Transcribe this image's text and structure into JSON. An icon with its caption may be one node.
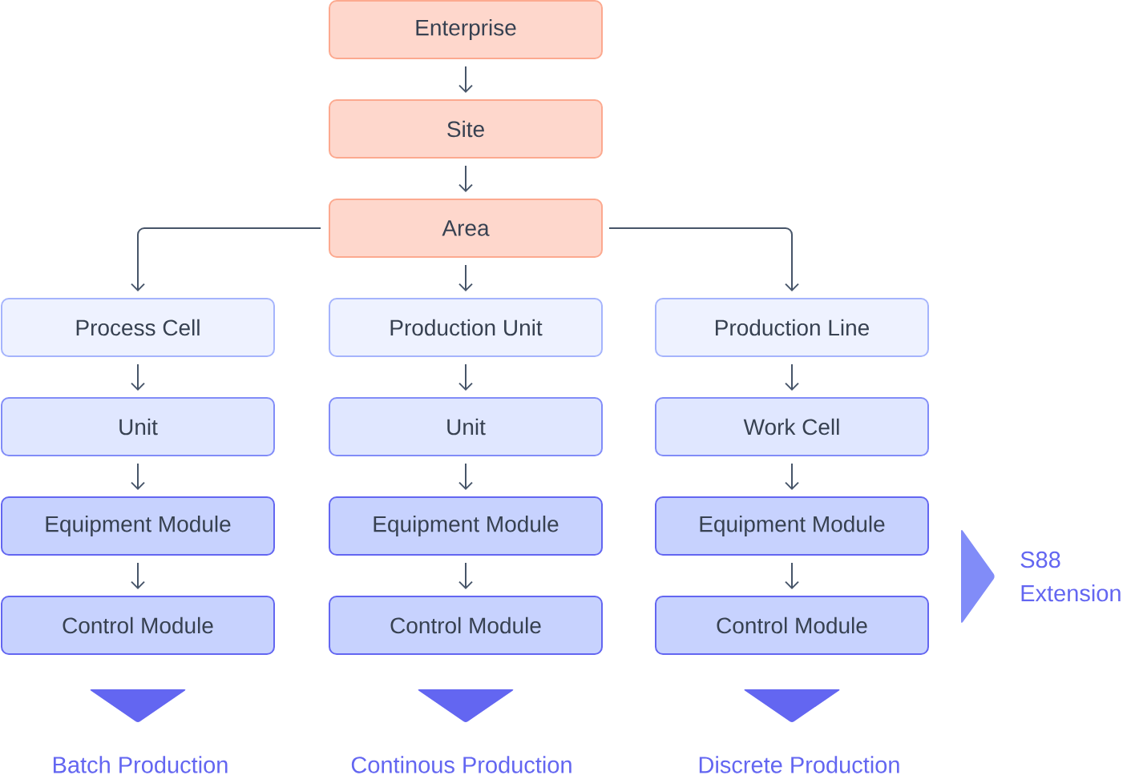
{
  "diagram": {
    "nodes": [
      {
        "text": [
          "Enterprise"
        ]
      },
      {
        "text": [
          "Site"
        ]
      },
      {
        "text": [
          "Area"
        ]
      },
      {
        "text": [
          "Process Cell"
        ]
      },
      {
        "text": [
          "Production Unit"
        ]
      },
      {
        "text": [
          "Production Line"
        ]
      },
      {
        "text": [
          "Unit"
        ]
      },
      {
        "text": [
          "Unit"
        ]
      },
      {
        "text": [
          "Work Cell"
        ]
      },
      {
        "text": [
          "Equipment Module"
        ]
      },
      {
        "text": [
          "Equipment Module"
        ]
      },
      {
        "text": [
          "Equipment Module"
        ]
      },
      {
        "text": [
          "Control Module"
        ]
      },
      {
        "text": [
          "Control Module"
        ]
      },
      {
        "text": [
          "Control Module"
        ]
      }
    ],
    "edges": [
      {
        "from": 0,
        "to": 1,
        "arrow": "to"
      },
      {
        "from": 1,
        "to": 2,
        "arrow": "to"
      },
      {
        "from": 2,
        "to": 3,
        "arrow": "to"
      },
      {
        "from": 2,
        "to": 4,
        "arrow": "to"
      },
      {
        "from": 2,
        "to": 5,
        "arrow": "to"
      },
      {
        "from": 3,
        "to": 6,
        "arrow": "to"
      },
      {
        "from": 4,
        "to": 7,
        "arrow": "to"
      },
      {
        "from": 5,
        "to": 8,
        "arrow": "to"
      },
      {
        "from": 6,
        "to": 9,
        "arrow": "to"
      },
      {
        "from": 7,
        "to": 10,
        "arrow": "to"
      },
      {
        "from": 8,
        "to": 11,
        "arrow": "to"
      },
      {
        "from": 9,
        "to": 12,
        "arrow": "to"
      },
      {
        "from": 10,
        "to": 13,
        "arrow": "to"
      },
      {
        "from": 11,
        "to": 14,
        "arrow": "to"
      }
    ],
    "labels": [
      "S88 Extension",
      "Batch Production",
      "Continous Production",
      "Discrete Production"
    ]
  }
}
